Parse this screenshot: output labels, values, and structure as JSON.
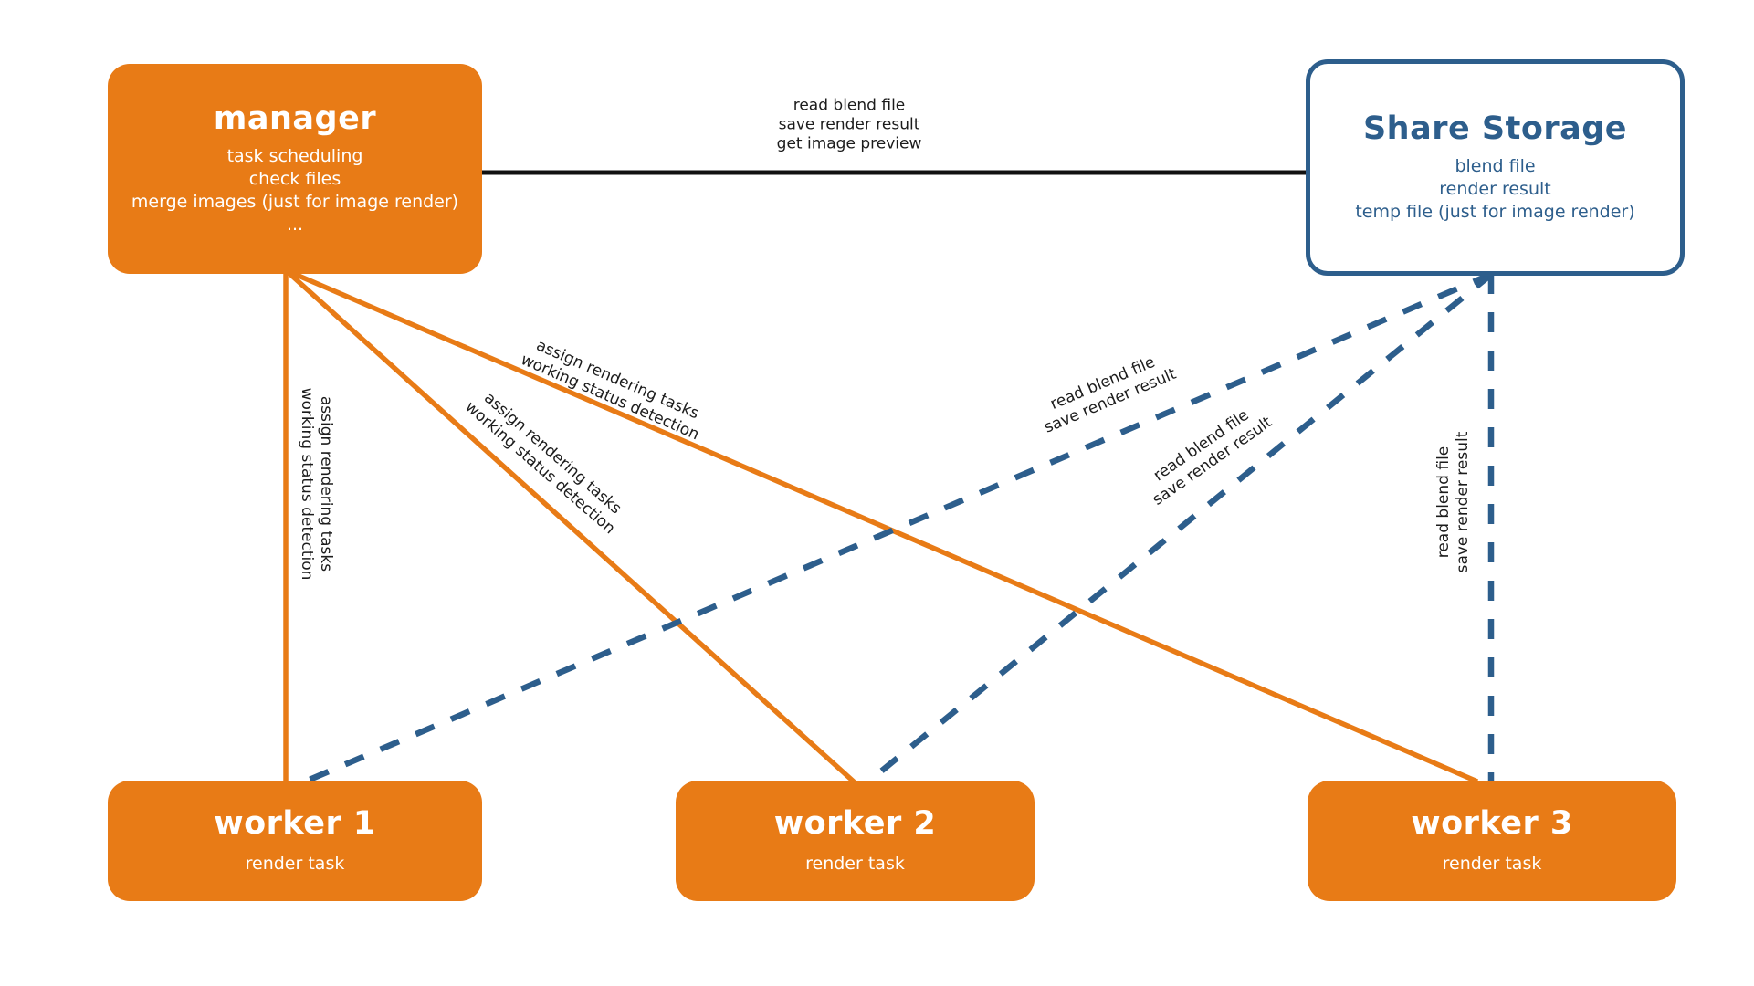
{
  "colors": {
    "orange": "#E87B16",
    "blue": "#2D5E8C",
    "ink": "#111111"
  },
  "nodes": {
    "manager": {
      "title": "manager",
      "lines": [
        "task scheduling",
        "check files",
        "merge images (just for image render)",
        "..."
      ]
    },
    "share_storage": {
      "title": "Share Storage",
      "lines": [
        "blend file",
        "render result",
        "temp file (just for image render)"
      ]
    },
    "worker1": {
      "title": "worker 1",
      "subtitle": "render task"
    },
    "worker2": {
      "title": "worker 2",
      "subtitle": "render task"
    },
    "worker3": {
      "title": "worker 3",
      "subtitle": "render task"
    }
  },
  "edges": {
    "manager_storage": {
      "label_lines": [
        "read blend file",
        "save render result",
        "get image preview"
      ]
    },
    "manager_worker1": {
      "label_lines": [
        "assign rendering tasks",
        "working status detection"
      ]
    },
    "manager_worker2": {
      "label_lines": [
        "assign rendering tasks",
        "working status detection"
      ]
    },
    "manager_worker3": {
      "label_lines": [
        "assign rendering tasks",
        "working status detection"
      ]
    },
    "storage_worker1": {
      "label_lines": [
        "read blend file",
        "save render result"
      ]
    },
    "storage_worker2": {
      "label_lines": [
        "read blend file",
        "save render result"
      ]
    },
    "storage_worker3": {
      "label_lines": [
        "read blend file",
        "save render result"
      ]
    }
  }
}
